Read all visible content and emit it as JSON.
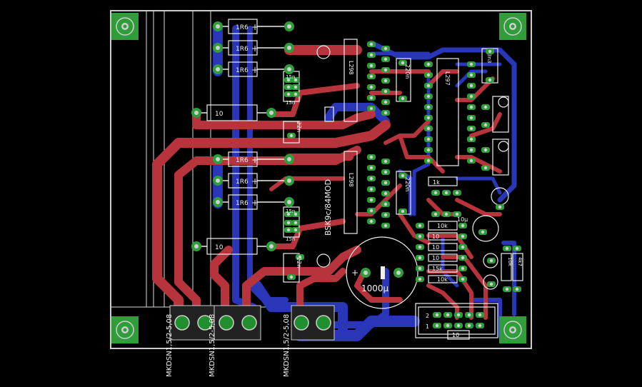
{
  "colors": {
    "background": "#000000",
    "top_copper": "#b8343c",
    "bottom_copper": "#2a36b8",
    "pad_ring": "#2f9e3a",
    "drill": "#cfcfcf",
    "silkscreen": "#eeeeee"
  },
  "icons": {
    "mounting_hole": "mounting-hole-icon",
    "resistor": "resistor-icon",
    "capacitor": "capacitor-icon",
    "terminal": "terminal-block-icon"
  },
  "labels": {
    "r_1r5": "1R6",
    "c_15n": "15n",
    "r_10": "10",
    "c_22n": "22n",
    "ic_l298": "L298",
    "c_220n": "220n",
    "ic_l297": "L297",
    "ic_mod": "BSK9c/84MOD",
    "r_1k": "1k",
    "r_10k": "10k",
    "c_1000u": "1000µ",
    "c_10u": "10µ",
    "r_15k": "15k",
    "r_47": "4k7",
    "c_3n3": "3n3",
    "r_10k_b": "10k",
    "terminal": "MKDSN1,5/2-5,08",
    "hdr_pin2": "2",
    "hdr_pin1": "1",
    "hdr_label": "10",
    "plus": "+",
    "minus": "-"
  }
}
